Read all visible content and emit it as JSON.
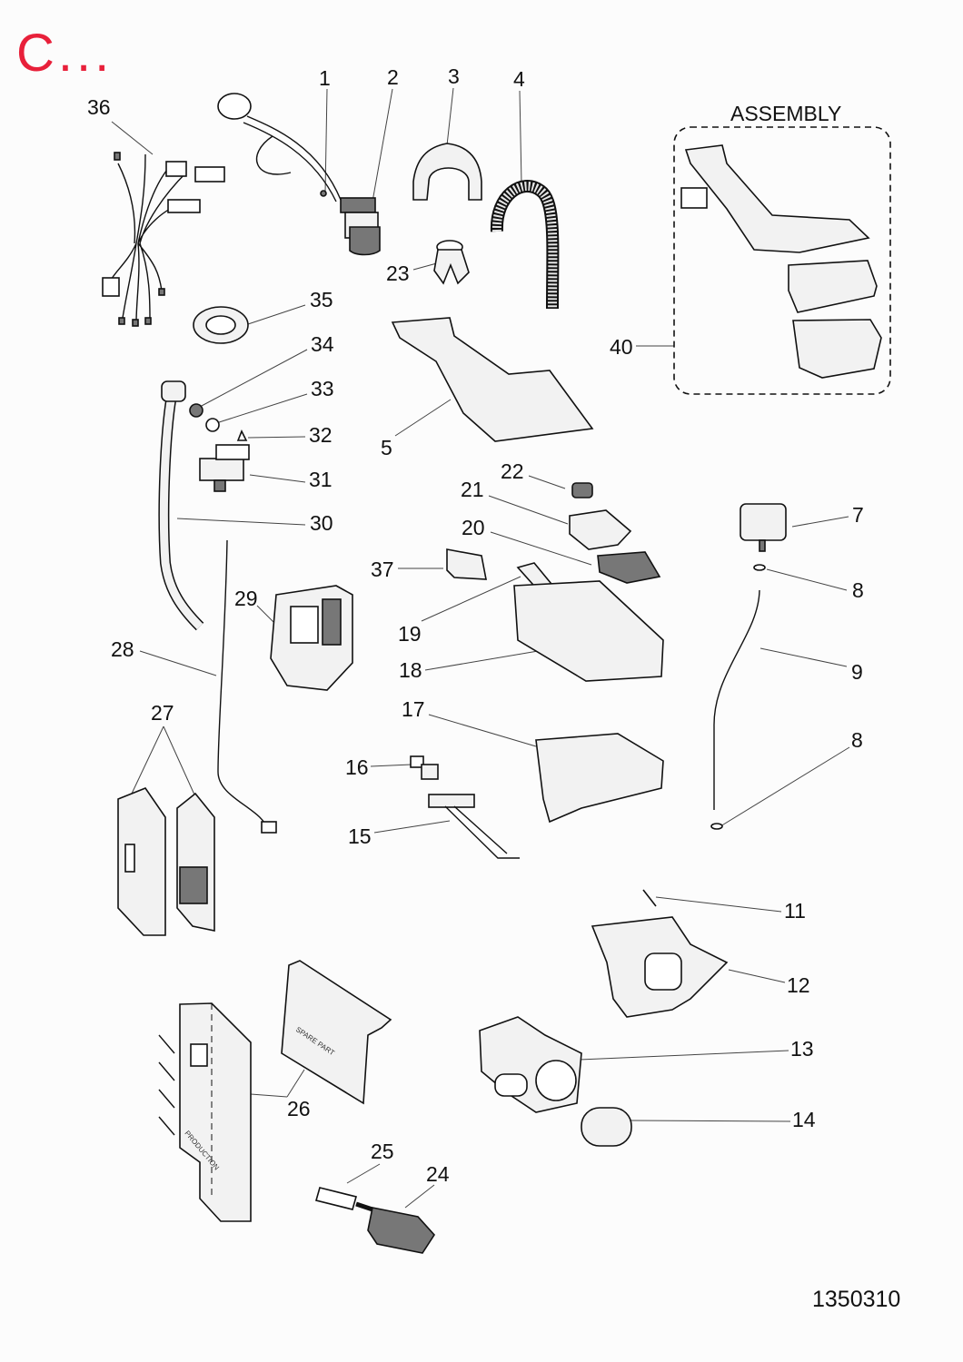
{
  "header": {
    "code": "C...",
    "assembly_label": "ASSEMBLY",
    "document_number": "1350310"
  },
  "diagram_text": {
    "spare_part": "SPARE PART",
    "production": "PRODUCTION"
  },
  "accent_color": "#e8203a",
  "callouts": [
    {
      "id": "1",
      "text": "1"
    },
    {
      "id": "2",
      "text": "2"
    },
    {
      "id": "3",
      "text": "3"
    },
    {
      "id": "4",
      "text": "4"
    },
    {
      "id": "5",
      "text": "5"
    },
    {
      "id": "7",
      "text": "7"
    },
    {
      "id": "8a",
      "text": "8"
    },
    {
      "id": "8b",
      "text": "8"
    },
    {
      "id": "9",
      "text": "9"
    },
    {
      "id": "11",
      "text": "11"
    },
    {
      "id": "12",
      "text": "12"
    },
    {
      "id": "13",
      "text": "13"
    },
    {
      "id": "14",
      "text": "14"
    },
    {
      "id": "15",
      "text": "15"
    },
    {
      "id": "16",
      "text": "16"
    },
    {
      "id": "17",
      "text": "17"
    },
    {
      "id": "18",
      "text": "18"
    },
    {
      "id": "19",
      "text": "19"
    },
    {
      "id": "20",
      "text": "20"
    },
    {
      "id": "21",
      "text": "21"
    },
    {
      "id": "22",
      "text": "22"
    },
    {
      "id": "23",
      "text": "23"
    },
    {
      "id": "24",
      "text": "24"
    },
    {
      "id": "25",
      "text": "25"
    },
    {
      "id": "26",
      "text": "26"
    },
    {
      "id": "27",
      "text": "27"
    },
    {
      "id": "28",
      "text": "28"
    },
    {
      "id": "29",
      "text": "29"
    },
    {
      "id": "30",
      "text": "30"
    },
    {
      "id": "31",
      "text": "31"
    },
    {
      "id": "32",
      "text": "32"
    },
    {
      "id": "33",
      "text": "33"
    },
    {
      "id": "34",
      "text": "34"
    },
    {
      "id": "35",
      "text": "35"
    },
    {
      "id": "36",
      "text": "36"
    },
    {
      "id": "37",
      "text": "37"
    },
    {
      "id": "40",
      "text": "40"
    }
  ]
}
